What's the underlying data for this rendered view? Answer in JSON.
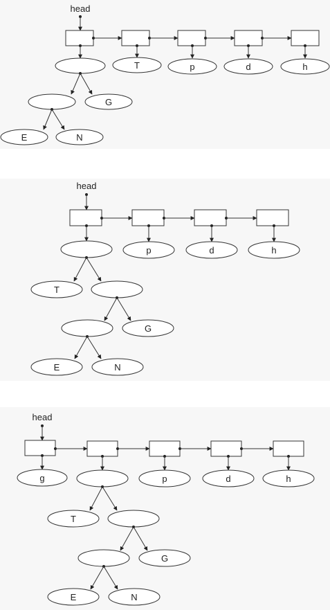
{
  "head_label": "head",
  "diagrams": [
    {
      "list_leaves": [
        "T",
        "p",
        "d",
        "h"
      ],
      "tree_leaves": {
        "inner_right": "G",
        "bottom_left": "E",
        "bottom_right": "N"
      }
    },
    {
      "list_leaves": [
        "p",
        "d",
        "h"
      ],
      "tree_leaves": {
        "top_left": "T",
        "inner_right": "G",
        "bottom_left": "E",
        "bottom_right": "N"
      }
    },
    {
      "first_leaf": "g",
      "list_leaves": [
        "p",
        "d",
        "h"
      ],
      "tree_leaves": {
        "top_left": "T",
        "inner_right": "G",
        "bottom_left": "E",
        "bottom_right": "N"
      }
    }
  ]
}
